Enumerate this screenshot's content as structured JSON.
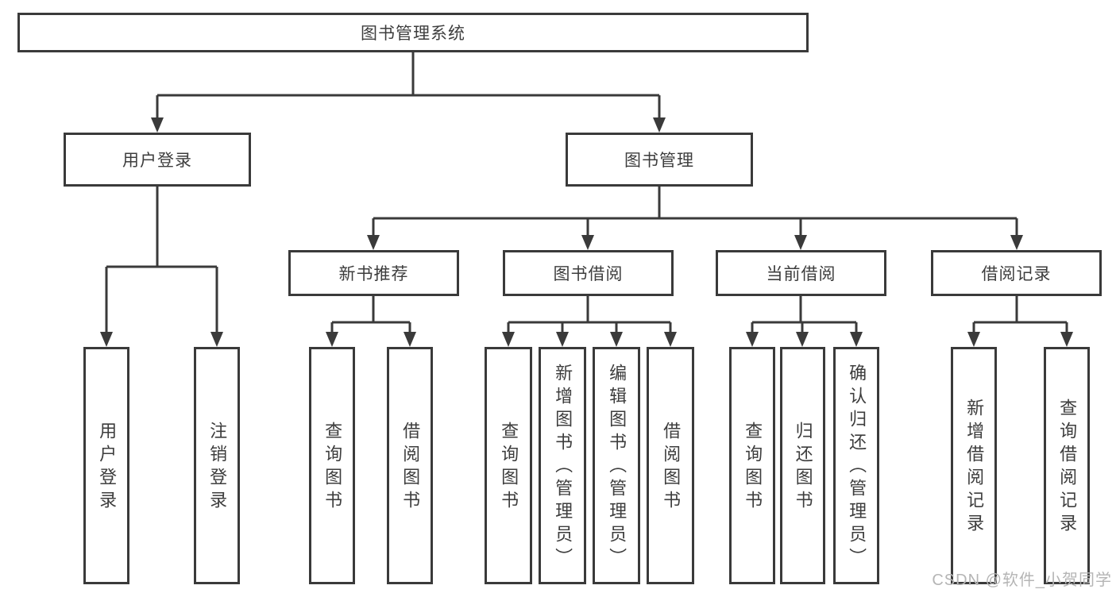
{
  "diagram": {
    "root": {
      "label": "图书管理系统"
    },
    "level2": [
      {
        "label": "用户登录"
      },
      {
        "label": "图书管理"
      }
    ],
    "level3": [
      {
        "label": "新书推荐",
        "parent": "图书管理"
      },
      {
        "label": "图书借阅",
        "parent": "图书管理"
      },
      {
        "label": "当前借阅",
        "parent": "图书管理"
      },
      {
        "label": "借阅记录",
        "parent": "图书管理"
      }
    ],
    "leaves": [
      {
        "label": "用户登录",
        "parent": "用户登录"
      },
      {
        "label": "注销登录",
        "parent": "用户登录"
      },
      {
        "label": "查询图书",
        "parent": "新书推荐"
      },
      {
        "label": "借阅图书",
        "parent": "新书推荐"
      },
      {
        "label": "查询图书",
        "parent": "图书借阅"
      },
      {
        "label": "新增图书（管理员）",
        "parent": "图书借阅"
      },
      {
        "label": "编辑图书（管理员）",
        "parent": "图书借阅"
      },
      {
        "label": "借阅图书",
        "parent": "图书借阅"
      },
      {
        "label": "查询图书",
        "parent": "当前借阅"
      },
      {
        "label": "归还图书",
        "parent": "当前借阅"
      },
      {
        "label": "确认归还（管理员）",
        "parent": "当前借阅"
      },
      {
        "label": "新增借阅记录",
        "parent": "借阅记录"
      },
      {
        "label": "查询借阅记录",
        "parent": "借阅记录"
      }
    ],
    "watermark": "CSDN @软件_小贺同学",
    "colors": {
      "line": "#3a3a3a",
      "text": "#3d3d3d",
      "background": "#ffffff",
      "watermark": "#b5b5b5"
    }
  }
}
